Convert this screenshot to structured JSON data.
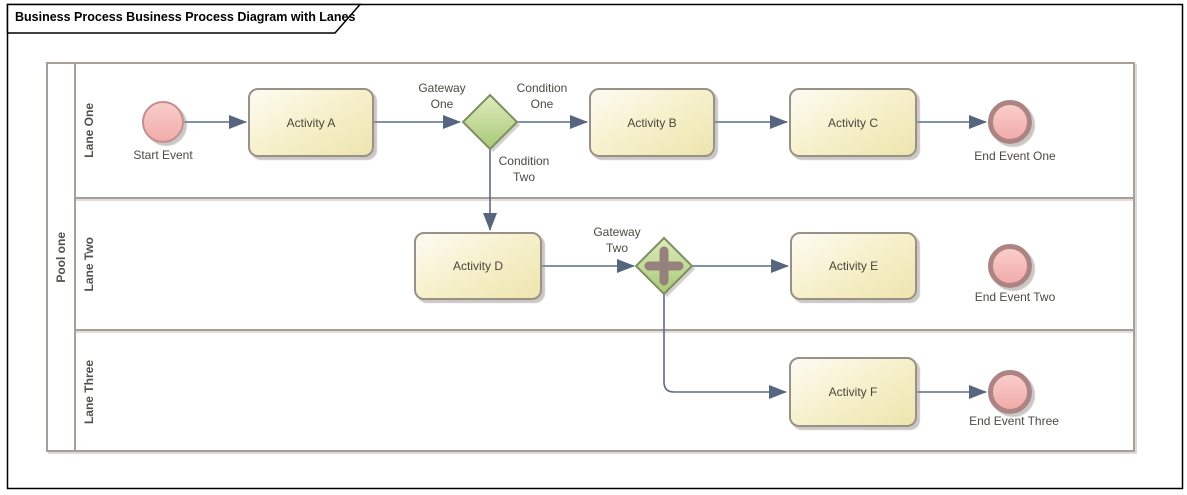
{
  "frame": {
    "title": "Business Process Business Process Diagram with Lanes"
  },
  "pool": {
    "label": "Pool one",
    "lanes": [
      {
        "label": "Lane One"
      },
      {
        "label": "Lane Two"
      },
      {
        "label": "Lane Three"
      }
    ]
  },
  "nodes": {
    "start_event": {
      "label": "Start Event",
      "type": "start-event"
    },
    "activity_a": {
      "label": "Activity A",
      "type": "activity"
    },
    "activity_b": {
      "label": "Activity B",
      "type": "activity"
    },
    "activity_c": {
      "label": "Activity C",
      "type": "activity"
    },
    "activity_d": {
      "label": "Activity D",
      "type": "activity"
    },
    "activity_e": {
      "label": "Activity E",
      "type": "activity"
    },
    "activity_f": {
      "label": "Activity F",
      "type": "activity"
    },
    "gateway_one": {
      "label": "Gateway One",
      "type": "exclusive-gateway"
    },
    "gateway_two": {
      "label": "Gateway Two",
      "type": "parallel-gateway"
    },
    "end_event_one": {
      "label": "End Event One",
      "type": "end-event"
    },
    "end_event_two": {
      "label": "End Event Two",
      "type": "end-event"
    },
    "end_event_three": {
      "label": "End Event Three",
      "type": "end-event"
    }
  },
  "flow_labels": {
    "condition_one": "Condition One",
    "condition_two": "Condition Two"
  },
  "colors": {
    "activity_fill_top": "#FDFCF4",
    "activity_fill_bottom": "#EDE5AD",
    "activity_border": "#9A9087",
    "event_fill_top": "#F9CDCA",
    "event_fill_bottom": "#F1ACAA",
    "start_event_border": "#C18F8F",
    "end_event_border": "#AD8484",
    "gateway_fill_top": "#DEECBC",
    "gateway_fill_bottom": "#A9C877",
    "gateway_border": "#7D8F62",
    "gateway_plus": "#97817C",
    "connector": "#5C6B86",
    "lane_border": "#A79E96",
    "label_text": "#4D4A45",
    "frame_border": "#000000"
  }
}
